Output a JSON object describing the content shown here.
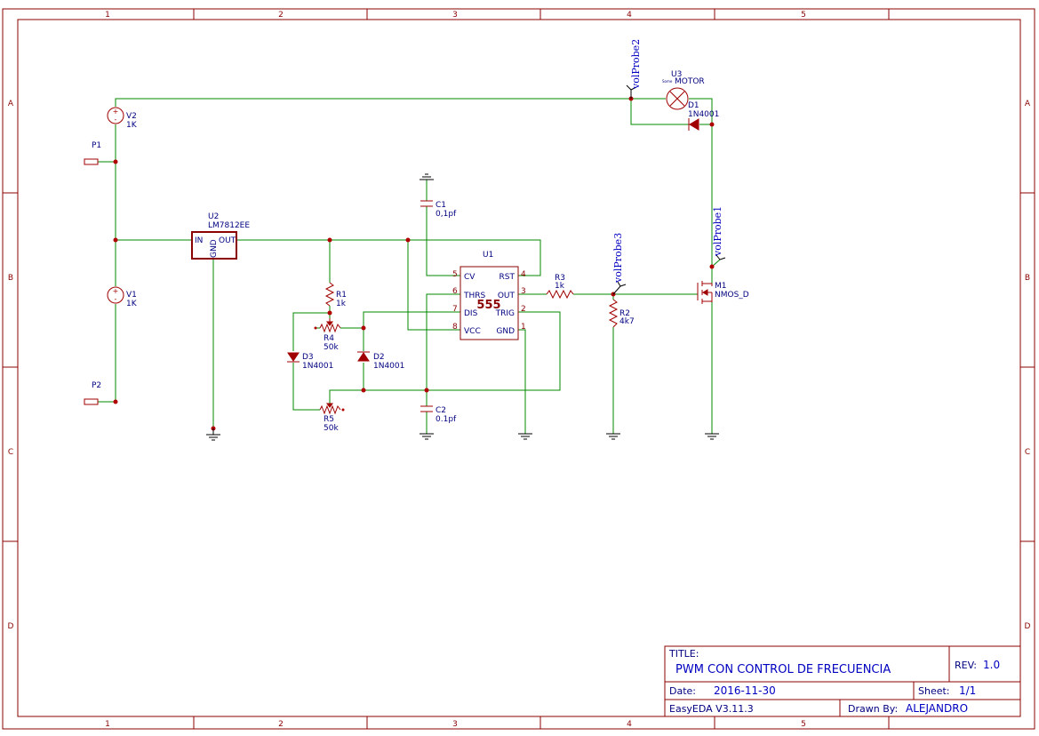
{
  "zones": {
    "columns": [
      "1",
      "2",
      "3",
      "4",
      "5"
    ],
    "rows": [
      "A",
      "B",
      "C",
      "D"
    ]
  },
  "components": {
    "v2": {
      "ref": "V2",
      "value": "1K"
    },
    "v1": {
      "ref": "V1",
      "value": "1K"
    },
    "p1": {
      "ref": "P1"
    },
    "p2": {
      "ref": "P2"
    },
    "u2": {
      "ref": "U2",
      "value": "LM7812EE",
      "pin_in": "IN",
      "pin_out": "OUT",
      "pin_gnd": "GND"
    },
    "r1": {
      "ref": "R1",
      "value": "1k"
    },
    "r4": {
      "ref": "R4",
      "value": "50k"
    },
    "r5": {
      "ref": "R5",
      "value": "50k"
    },
    "d3": {
      "ref": "D3",
      "value": "1N4001"
    },
    "d2": {
      "ref": "D2",
      "value": "1N4001"
    },
    "c1": {
      "ref": "C1",
      "value": "0,1pf"
    },
    "c2": {
      "ref": "C2",
      "value": "0.1pf"
    },
    "u1": {
      "ref": "U1",
      "part": "555",
      "pins": {
        "cv": {
          "name": "CV",
          "num": "5"
        },
        "thrs": {
          "name": "THRS",
          "num": "6"
        },
        "dis": {
          "name": "DIS",
          "num": "7"
        },
        "vcc": {
          "name": "VCC",
          "num": "8"
        },
        "rst": {
          "name": "RST",
          "num": "4"
        },
        "out": {
          "name": "OUT",
          "num": "3"
        },
        "trig": {
          "name": "TRIG",
          "num": "2"
        },
        "gnd": {
          "name": "GND",
          "num": "1"
        }
      }
    },
    "r3": {
      "ref": "R3",
      "value": "1k"
    },
    "r2": {
      "ref": "R2",
      "value": "4k7"
    },
    "m1": {
      "ref": "M1",
      "value": "NMOS_D"
    },
    "u3": {
      "ref": "U3",
      "value": "MOTOR",
      "small_text": "Some"
    },
    "d1": {
      "ref": "D1",
      "value": "1N4001"
    }
  },
  "probes": {
    "p1": "volProbe1",
    "p2": "volProbe2",
    "p3": "volProbe3"
  },
  "title_block": {
    "title_label": "TITLE:",
    "title": "PWM CON CONTROL DE FRECUENCIA",
    "rev_label": "REV:",
    "rev": "1.0",
    "date_label": "Date:",
    "date": "2016-11-30",
    "sheet_label": "Sheet:",
    "sheet": "1/1",
    "software": "EasyEDA V3.11.3",
    "drawn_label": "Drawn By:",
    "drawn_by": "ALEJANDRO"
  },
  "colors": {
    "frame": "#8b0000",
    "wire": "#008800",
    "component": "#a00000",
    "text": "#000080"
  }
}
